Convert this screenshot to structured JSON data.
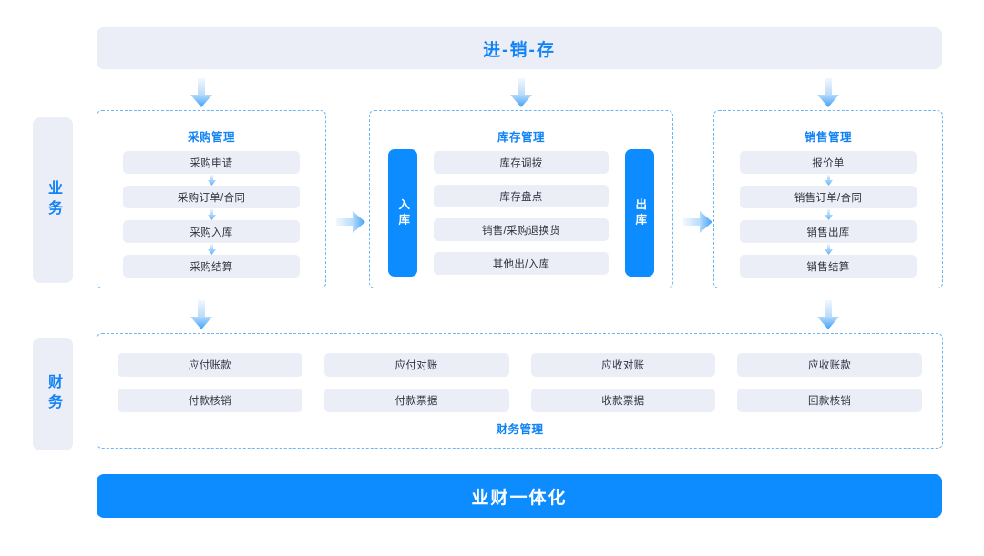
{
  "banner": {
    "title": "进-销-存"
  },
  "side_labels": {
    "business": "业务",
    "finance": "财务"
  },
  "colors": {
    "accent_blue": "#0c8cff",
    "title_blue": "#1283f5",
    "chip_bg": "#eceef7",
    "dashed_border": "#6db6f5",
    "page_bg": "#ffffff"
  },
  "groups": {
    "purchase": {
      "title": "采购管理",
      "items": [
        "采购申请",
        "采购订单/合同",
        "采购入库",
        "采购结算"
      ]
    },
    "inventory": {
      "title": "库存管理",
      "inbound_label": "入库",
      "outbound_label": "出库",
      "items": [
        "库存调拨",
        "库存盘点",
        "销售/采购退换货",
        "其他出/入库"
      ]
    },
    "sales": {
      "title": "销售管理",
      "items": [
        "报价单",
        "销售订单/合同",
        "销售出库",
        "销售结算"
      ]
    },
    "finance": {
      "title": "财务管理",
      "items": [
        "应付账款",
        "应付对账",
        "应收对账",
        "应收账款",
        "付款核销",
        "付款票据",
        "收款票据",
        "回款核销"
      ]
    }
  },
  "footer": {
    "title": "业财一体化"
  },
  "icons": {
    "arrow_down": "arrow-down-icon",
    "arrow_right": "arrow-right-icon",
    "mini_arrow_down": "mini-arrow-down-icon"
  }
}
